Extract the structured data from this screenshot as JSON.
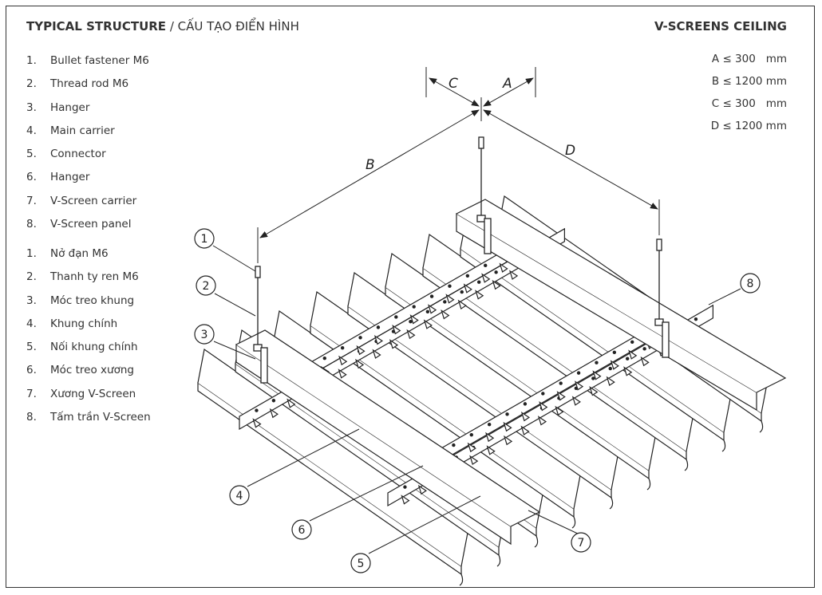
{
  "header": {
    "title_bold": "TYPICAL STRUCTURE",
    "title_sep": " / ",
    "title_sub": "CẤU TẠO ĐIỂN HÌNH",
    "right_title": "V-SCREENS CEILING"
  },
  "legend_en": [
    {
      "num": "1.",
      "label": "Bullet fastener M6"
    },
    {
      "num": "2.",
      "label": "Thread rod M6"
    },
    {
      "num": "3.",
      "label": "Hanger"
    },
    {
      "num": "4.",
      "label": "Main carrier"
    },
    {
      "num": "5.",
      "label": "Connector"
    },
    {
      "num": "6.",
      "label": "Hanger"
    },
    {
      "num": "7.",
      "label": "V-Screen carrier"
    },
    {
      "num": "8.",
      "label": "V-Screen panel"
    }
  ],
  "legend_vi": [
    {
      "num": "1.",
      "label": "Nở đạn M6"
    },
    {
      "num": "2.",
      "label": "Thanh ty ren M6"
    },
    {
      "num": "3.",
      "label": "Móc treo khung"
    },
    {
      "num": "4.",
      "label": "Khung chính"
    },
    {
      "num": "5.",
      "label": "Nối khung chính"
    },
    {
      "num": "6.",
      "label": "Móc treo xương"
    },
    {
      "num": "7.",
      "label": "Xương V-Screen"
    },
    {
      "num": "8.",
      "label": "Tấm trần V-Screen"
    }
  ],
  "dimensions": [
    "A ≤ 300   mm",
    "B ≤ 1200 mm",
    "C ≤ 300   mm",
    "D ≤ 1200 mm"
  ],
  "drawing": {
    "dim_labels": {
      "a": "A",
      "b": "B",
      "c": "C",
      "d": "D"
    },
    "callouts": [
      "1",
      "2",
      "3",
      "4",
      "5",
      "6",
      "7",
      "8"
    ]
  }
}
